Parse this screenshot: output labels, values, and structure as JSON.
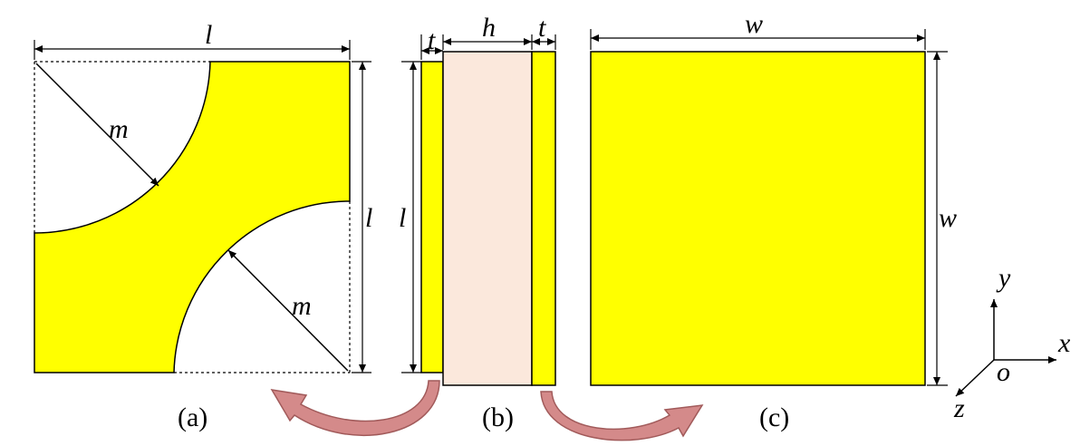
{
  "colors": {
    "patch": "#ffff00",
    "substrate": "#fbe8dc",
    "arrow_fill": "#d48a8a",
    "arrow_stroke": "#a15a5a",
    "line": "#000000"
  },
  "panel_a": {
    "caption": "(a)",
    "dim_top": "l",
    "dim_right": "l",
    "radius_upper": "m",
    "radius_lower": "m"
  },
  "panel_b": {
    "caption": "(b)",
    "dim_left_thickness": "t",
    "dim_substrate": "h",
    "dim_right_thickness": "t",
    "dim_height": "l"
  },
  "panel_c": {
    "caption": "(c)",
    "dim_top": "w",
    "dim_right": "w"
  },
  "axes": {
    "y": "y",
    "x": "x",
    "z": "z",
    "origin": "o"
  }
}
